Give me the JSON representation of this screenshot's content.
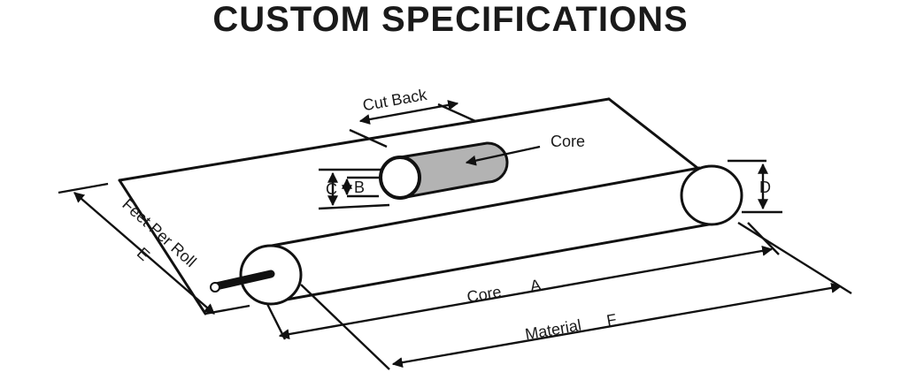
{
  "title": "CUSTOM SPECIFICATIONS",
  "labels": {
    "cut_back": "Cut Back",
    "core_arrow": "Core",
    "c": "C",
    "b": "B",
    "d": "D",
    "feet_per_roll": "Feet Per Roll",
    "e": "E",
    "core": "Core",
    "a": "A",
    "material": "Material",
    "f": "F"
  },
  "colors": {
    "ink": "#111111",
    "core_fill": "#b3b3b3",
    "background": "#ffffff"
  }
}
